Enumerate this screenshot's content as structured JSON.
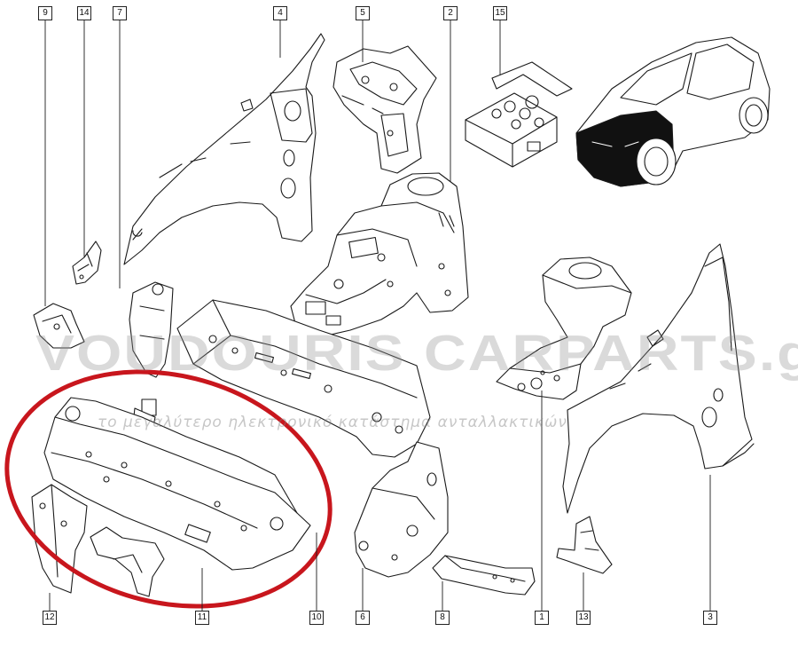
{
  "watermark": {
    "brand": "VOUDOURIS CARPARTS.gr",
    "tagline": "το μεγαλύτερο ηλεκτρονικό κατάστημα ανταλλακτικών"
  },
  "colors": {
    "line": "#1a1a1a",
    "highlight_ellipse": "#c8161d",
    "background": "#ffffff"
  },
  "callouts": {
    "c1": "1",
    "c2": "2",
    "c3": "3",
    "c4": "4",
    "c5": "5",
    "c6": "6",
    "c7": "7",
    "c8": "8",
    "c9": "9",
    "c10": "10",
    "c11": "11",
    "c12": "12",
    "c13": "13",
    "c14": "14",
    "c15": "15"
  }
}
